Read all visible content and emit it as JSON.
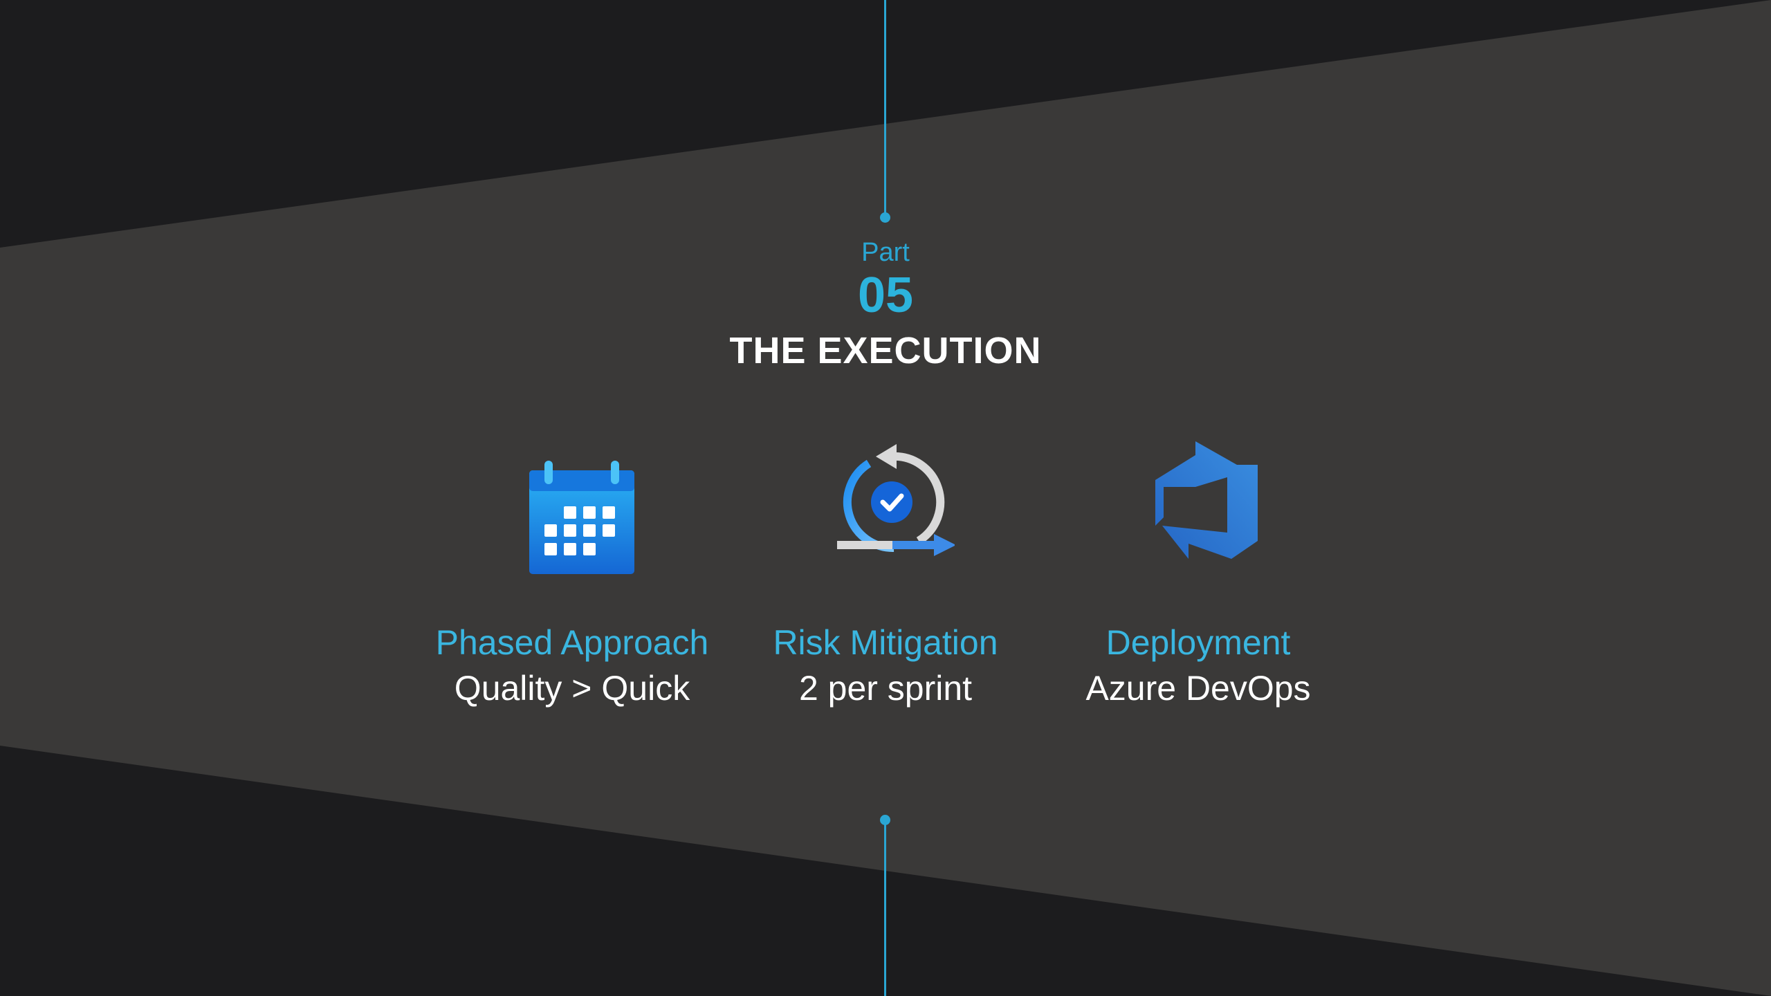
{
  "section": {
    "part_label": "Part",
    "part_number": "05",
    "title": "THE EXECUTION"
  },
  "features": [
    {
      "icon": "calendar-icon",
      "title": "Phased Approach",
      "subtitle": "Quality > Quick"
    },
    {
      "icon": "cycle-check-icon",
      "title": "Risk Mitigation",
      "subtitle": "2 per sprint"
    },
    {
      "icon": "azure-devops-icon",
      "title": "Deployment",
      "subtitle": "Azure DevOps"
    }
  ],
  "colors": {
    "background_dark": "#1c1c1e",
    "band": "#3a3938",
    "accent": "#2aa6d3",
    "title": "#ffffff"
  }
}
